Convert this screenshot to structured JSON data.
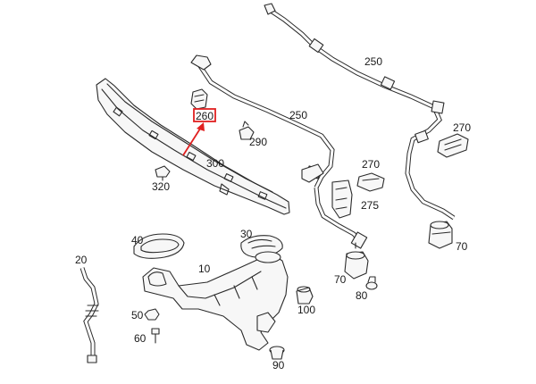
{
  "diagram": {
    "labels": {
      "p250_top": "250",
      "p250_mid": "250",
      "p270_right": "270",
      "p270_mid": "270",
      "p275": "275",
      "p260": "260",
      "p290": "290",
      "p300": "300",
      "p320": "320",
      "p40": "40",
      "p30": "30",
      "p10": "10",
      "p20": "20",
      "p70_right": "70",
      "p70_mid": "70",
      "p80": "80",
      "p100": "100",
      "p50": "50",
      "p60": "60",
      "p90": "90"
    },
    "highlight_color": "#e02020",
    "line_color": "#2b2b2b"
  }
}
